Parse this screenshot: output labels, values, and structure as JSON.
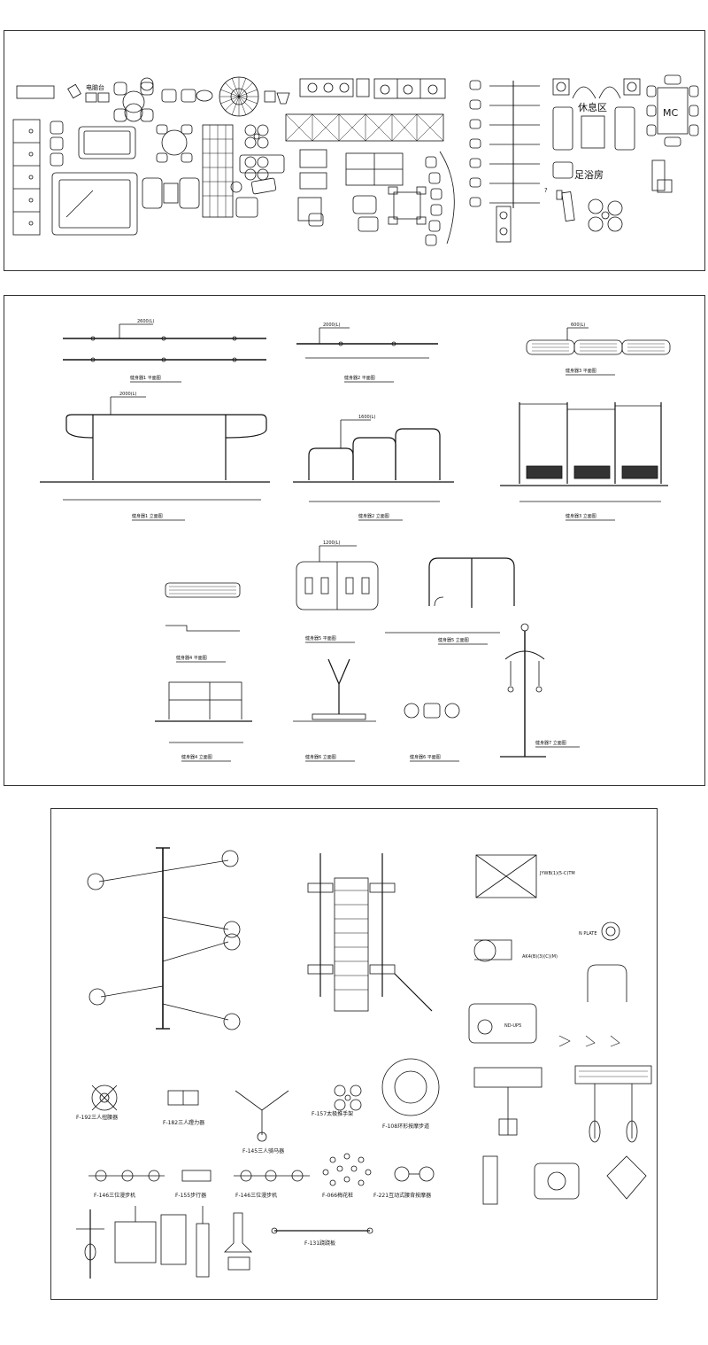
{
  "panel1": {
    "labels": {
      "computer_desk": "电脑台",
      "lounge_area": "休息区",
      "foot_bath_room": "足浴房",
      "mc": "MC",
      "question_mark": "?"
    }
  },
  "panel2": {
    "dims": {
      "d1": "2600(L)",
      "d2": "2000(L)",
      "d3": "600(L)",
      "d4": "2000(L)",
      "d5": "1600(L)",
      "d6": "1200(L)"
    },
    "titles": {
      "plan1": "健身器1 平面图",
      "plan2": "健身器2 平面图",
      "plan3": "健身器3 平面图",
      "elev1": "健身器1 立面图",
      "elev2": "健身器2 立面图",
      "elev3": "健身器3 立面图",
      "plan4": "健身器4 平面图",
      "plan5": "健身器5 平面图",
      "elev5": "健身器5 立面图",
      "elev4": "健身器4 立面图",
      "elev6": "健身器6 立面图",
      "plan6": "健身器6 平面图",
      "elev7": "健身器7 立面图"
    }
  },
  "panel3": {
    "equipment_labels": {
      "l1": "JYWB(1)(5-C)TM",
      "l2": "AK4(B)(3)(C)(M)",
      "l3": "ND-UP5",
      "l4": "N PLATE"
    },
    "captions": {
      "f192": "F-192三人扭腰器",
      "f182": "F-182三人蹬力器",
      "f145": "F-145三人骑马器",
      "f157": "F-157太极推手架",
      "f108": "F-108环形按摩步道",
      "f146a": "F-146三位漫步机",
      "f155": "F-155步行器",
      "f146b": "F-146三位漫步机",
      "f066": "F-066梅花桩",
      "f221": "F-221互动式腰背按摩器",
      "f131": "F-131跷跷板"
    }
  }
}
